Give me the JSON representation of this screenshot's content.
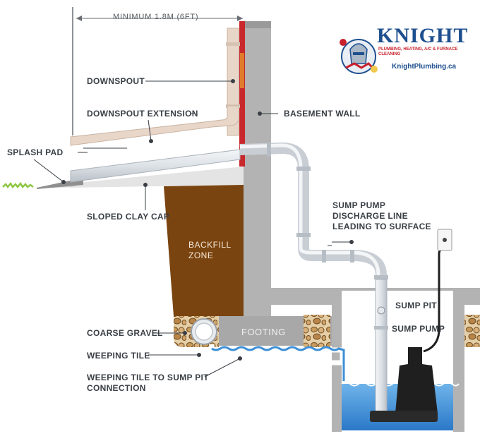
{
  "dimension_label": "MINIMUM 1.8M (6FT)",
  "labels": {
    "downspout": "DOWNSPOUT",
    "downspout_extension": "DOWNSPOUT EXTENSION",
    "splash_pad": "SPLASH PAD",
    "sloped_clay_cap": "SLOPED CLAY CAP",
    "basement_wall": "BASEMENT WALL",
    "discharge_line": [
      "SUMP PUMP",
      "DISCHARGE LINE",
      "LEADING TO SURFACE"
    ],
    "sump_pit": "SUMP PIT",
    "sump_pump": "SUMP PUMP",
    "coarse_gravel": "COARSE GRAVEL",
    "weeping_tile": "WEEPING TILE",
    "weeping_tile_connection": [
      "WEEPING TILE TO SUMP PIT",
      "CONNECTION"
    ]
  },
  "zones": {
    "backfill": [
      "BACKFILL",
      "ZONE"
    ],
    "footing": "FOOTING"
  },
  "logo": {
    "name": "KNIGHT",
    "tagline": "PLUMBING, HEATING, A/C & FURNACE CLEANING",
    "url": "KnightPlumbing.ca"
  },
  "colors": {
    "wall": "#b7b7b7",
    "backfill": "#7a4410",
    "water": "#3d8fd6",
    "brick": "#c8282c",
    "pipe": "#d8dde2",
    "downspout": "#e8d6c8",
    "brand": "#1e4f8f"
  }
}
